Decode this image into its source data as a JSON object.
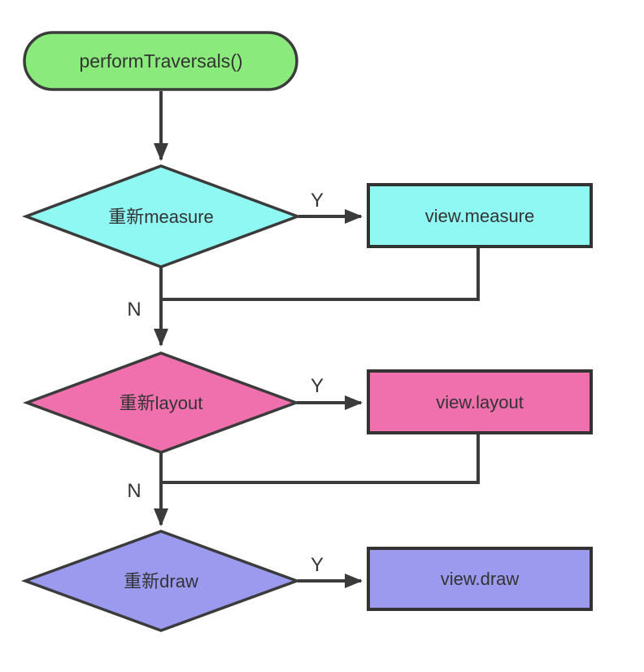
{
  "diagram": {
    "type": "flowchart",
    "nodes": {
      "start": {
        "label": "performTraversals()",
        "shape": "rounded",
        "color": "#8bea7c"
      },
      "measure_decision": {
        "label": "重新measure",
        "shape": "diamond",
        "color": "#90f8f2"
      },
      "measure_action": {
        "label": "view.measure",
        "shape": "rect",
        "color": "#90f8f2"
      },
      "layout_decision": {
        "label": "重新layout",
        "shape": "diamond",
        "color": "#f06fad"
      },
      "layout_action": {
        "label": "view.layout",
        "shape": "rect",
        "color": "#f06fad"
      },
      "draw_decision": {
        "label": "重新draw",
        "shape": "diamond",
        "color": "#9b9aef"
      },
      "draw_action": {
        "label": "view.draw",
        "shape": "rect",
        "color": "#9b9aef"
      }
    },
    "edges": {
      "yes_label": "Y",
      "no_label": "N"
    },
    "colors": {
      "green": "#8bea7c",
      "cyan": "#90f8f2",
      "pink": "#f06fad",
      "purple": "#9b9aef",
      "stroke": "#3b3b3b",
      "text": "#333333",
      "background": "#ffffff"
    }
  }
}
